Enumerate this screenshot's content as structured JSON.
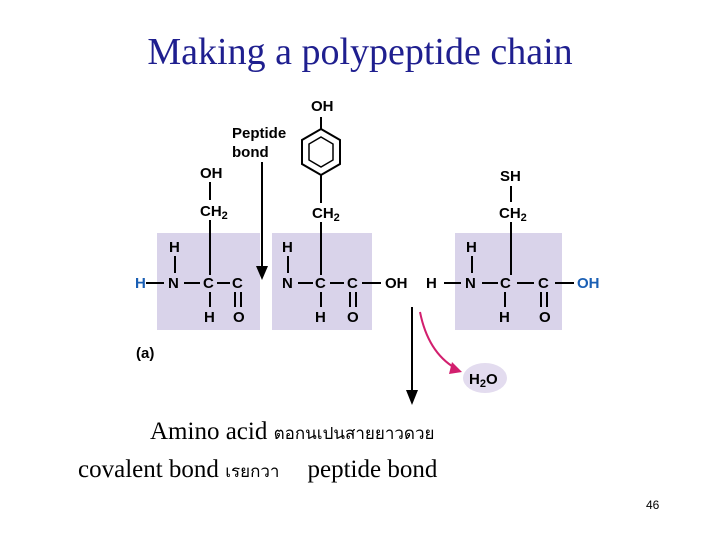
{
  "title": "Making a polypeptide chain",
  "diagram": {
    "oh_top": "OH",
    "peptide": "Peptide",
    "bond": "bond",
    "oh_left": "OH",
    "sh_right": "SH",
    "ch2_1": "CH",
    "ch2_2": "CH",
    "ch2_3": "CH",
    "ch2_sub": "2",
    "h": "H",
    "n": "N",
    "c": "C",
    "o": "O",
    "oh": "OH",
    "panel_label": "(a)",
    "water_h": "H",
    "water_sub": "2",
    "water_o": "O"
  },
  "caption": {
    "line1_a": "Amino acid ",
    "line1_b": "ตอกนเปนสายยาวดวย",
    "line2_a": "covalent bond ",
    "line2_b": "เรยกวา",
    "line2_c": "peptide bond"
  },
  "page_number": "46",
  "colors": {
    "title": "#1f1f8f",
    "amino_box": "#d9d3ea",
    "free_h": "#1a5fb4",
    "water_arrow": "#d21f6e",
    "water_bubble": "#e3dcef"
  }
}
